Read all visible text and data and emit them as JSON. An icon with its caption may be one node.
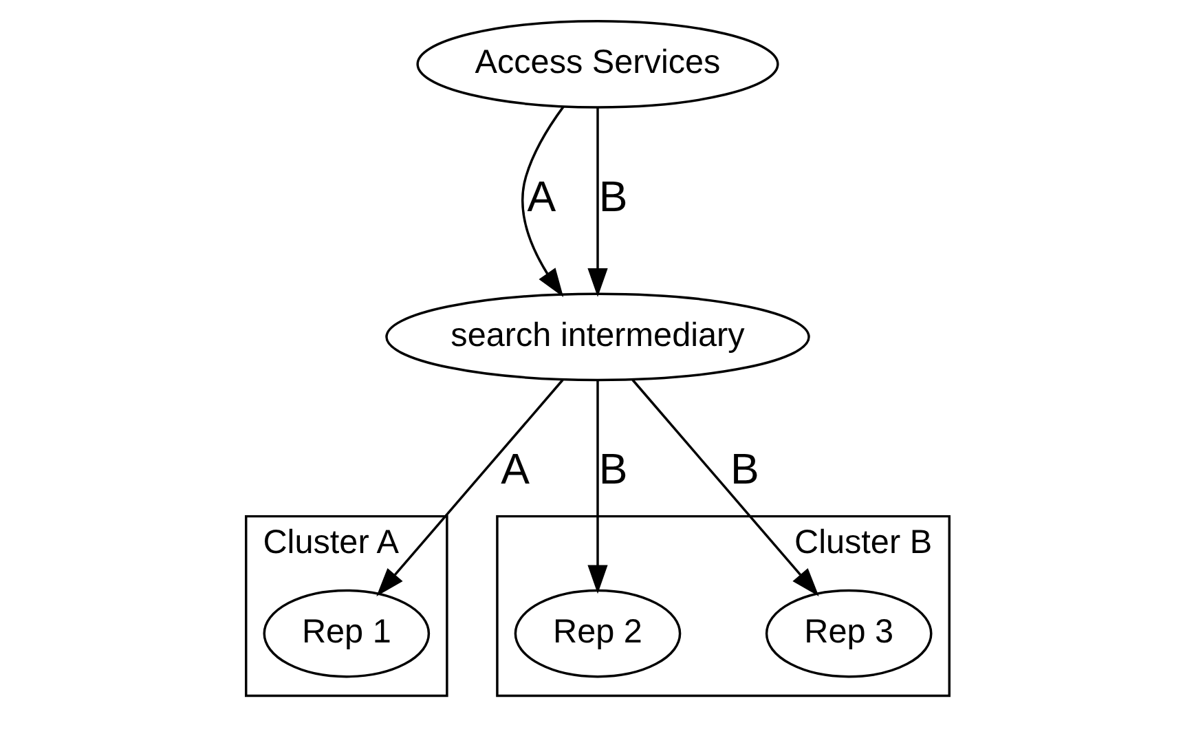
{
  "diagram": {
    "nodes": [
      {
        "text": [
          "Access Services"
        ]
      },
      {
        "text": [
          "search intermediary"
        ]
      },
      {
        "text": [
          "Cluster A"
        ]
      },
      {
        "text": [
          "Rep 1"
        ],
        "in": 2
      },
      {
        "text": [
          "Cluster B"
        ]
      },
      {
        "text": [
          "Rep 2"
        ],
        "in": 4
      },
      {
        "text": [
          "Rep 3"
        ],
        "in": 4
      }
    ],
    "edges": [
      {
        "from": 0,
        "to": 1,
        "arrow": "to",
        "label": "A"
      },
      {
        "from": 0,
        "to": 1,
        "arrow": "to",
        "label": "B"
      },
      {
        "from": 1,
        "to": 3,
        "arrow": "to",
        "label": "A"
      },
      {
        "from": 1,
        "to": 5,
        "arrow": "to",
        "label": "B"
      },
      {
        "from": 1,
        "to": 6,
        "arrow": "to",
        "label": "B"
      }
    ]
  }
}
